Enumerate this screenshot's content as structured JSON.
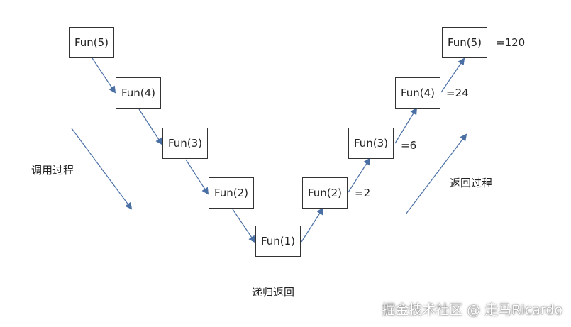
{
  "colors": {
    "arrow": "#4a6fa5",
    "border": "#333333",
    "text": "#222222"
  },
  "nodes_descending": [
    "Fun(5)",
    "Fun(4)",
    "Fun(3)",
    "Fun(2)"
  ],
  "node_base": "Fun(1)",
  "nodes_ascending": [
    "Fun(2)",
    "Fun(3)",
    "Fun(4)",
    "Fun(5)"
  ],
  "return_values": [
    "=2",
    "=6",
    "=24",
    "=120"
  ],
  "labels": {
    "call_process": "调用过程",
    "return_process": "返回过程",
    "recursion_return": "递归返回"
  },
  "watermark": "掘金技术社区 @ 走马Ricardo"
}
